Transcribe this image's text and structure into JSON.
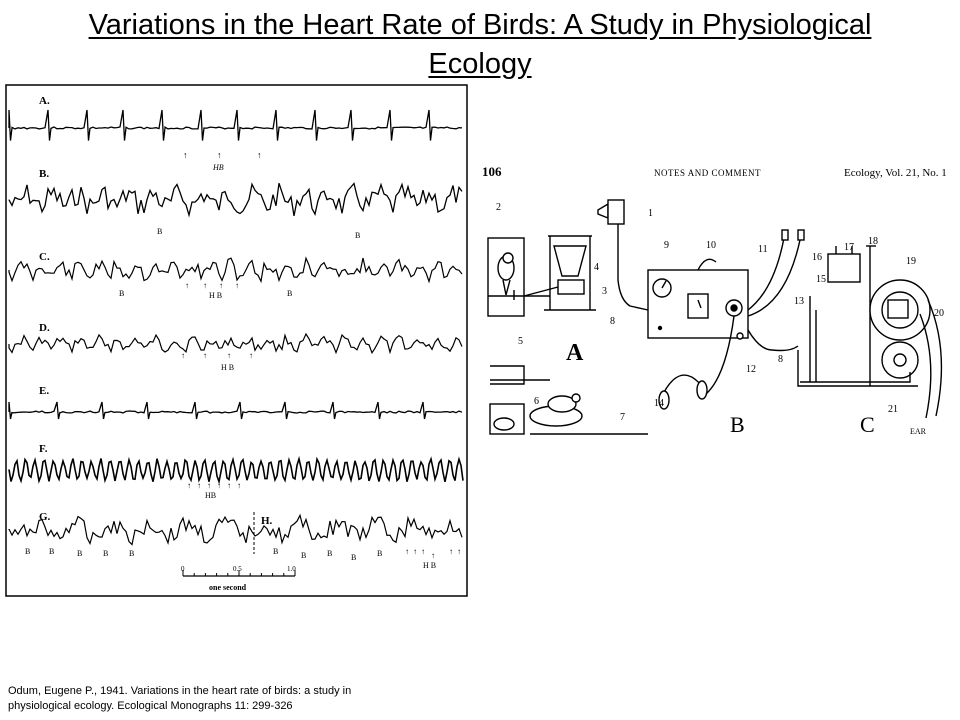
{
  "slide": {
    "title_line1": "Variations in the Heart Rate of Birds: A Study in Physiological",
    "title_line2": "Ecology"
  },
  "ecg_figure": {
    "trace_labels": [
      "A.",
      "B.",
      "C.",
      "D.",
      "E.",
      "F.",
      "G.",
      "H."
    ],
    "hb_label": "HB",
    "h_b_label": "H B",
    "beat_marker": "B",
    "scale_ticks": [
      "0",
      "0.5",
      "1.0"
    ],
    "scale_caption": "one second"
  },
  "apparatus_figure": {
    "page_number": "106",
    "running_head": "NOTES AND COMMENT",
    "journal_ref": "Ecology, Vol. 21, No. 1",
    "section_labels": [
      "A",
      "B",
      "C"
    ],
    "part_numbers": [
      "1",
      "2",
      "3",
      "4",
      "5",
      "6",
      "7",
      "8",
      "9",
      "10",
      "11",
      "12",
      "13",
      "14",
      "15",
      "16",
      "17",
      "18",
      "19",
      "20",
      "21",
      "8"
    ],
    "ear_label": "EAR"
  },
  "citation": {
    "line1": "Odum, Eugene P., 1941. Variations in the heart rate of birds: a study in",
    "line2": "physiological ecology. Ecological Monographs 11: 299-326"
  }
}
